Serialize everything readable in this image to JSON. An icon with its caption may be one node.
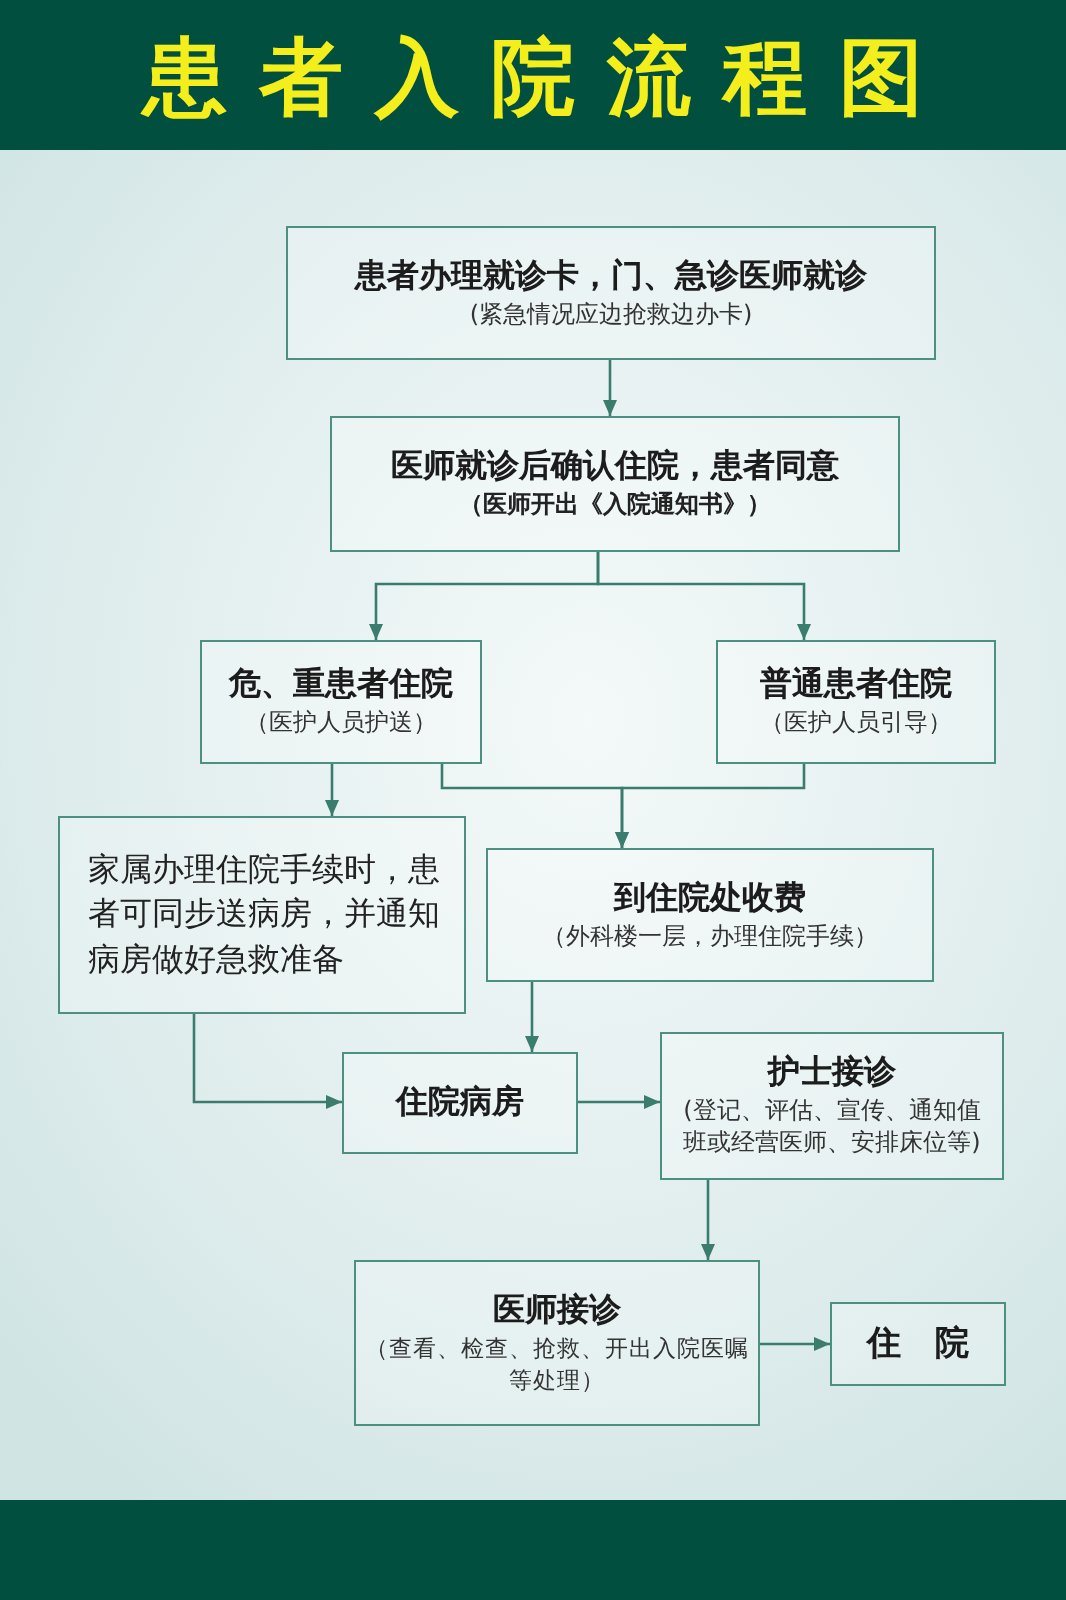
{
  "diagram": {
    "title": "患者入院流程图",
    "nodes": [
      {
        "text": [
          "患者办理就诊卡，门、急诊医师就诊",
          "(紧急情况应边抢救边办卡)"
        ]
      },
      {
        "text": [
          "医师就诊后确认住院，患者同意",
          "（医师开出《入院通知书》）"
        ]
      },
      {
        "text": [
          "危、重患者住院",
          "（医护人员护送）"
        ]
      },
      {
        "text": [
          "普通患者住院",
          "（医护人员引导）"
        ]
      },
      {
        "text": [
          "家属办理住院手续时，患者可同步送病房，并通知病房做好急救准备"
        ]
      },
      {
        "text": [
          "到住院处收费",
          "（外科楼一层，办理住院手续）"
        ]
      },
      {
        "text": [
          "住院病房"
        ]
      },
      {
        "text": [
          "护士接诊",
          "(登记、评估、宣传、通知值班或经营医师、安排床位等)"
        ]
      },
      {
        "text": [
          "医师接诊",
          "（查看、检查、抢救、开出入院医嘱等处理）"
        ]
      },
      {
        "text": [
          "住　院"
        ]
      }
    ],
    "edges": [
      {
        "from": 0,
        "to": 1,
        "arrow": "to"
      },
      {
        "from": 1,
        "to": 2,
        "arrow": "to"
      },
      {
        "from": 1,
        "to": 3,
        "arrow": "to"
      },
      {
        "from": 2,
        "to": 4,
        "arrow": "to"
      },
      {
        "from": 2,
        "to": 5,
        "arrow": "to"
      },
      {
        "from": 3,
        "to": 5,
        "arrow": "to"
      },
      {
        "from": 4,
        "to": 6,
        "arrow": "to"
      },
      {
        "from": 5,
        "to": 6,
        "arrow": "to"
      },
      {
        "from": 6,
        "to": 7,
        "arrow": "to"
      },
      {
        "from": 7,
        "to": 8,
        "arrow": "to"
      },
      {
        "from": 8,
        "to": 9,
        "arrow": "to"
      }
    ]
  }
}
